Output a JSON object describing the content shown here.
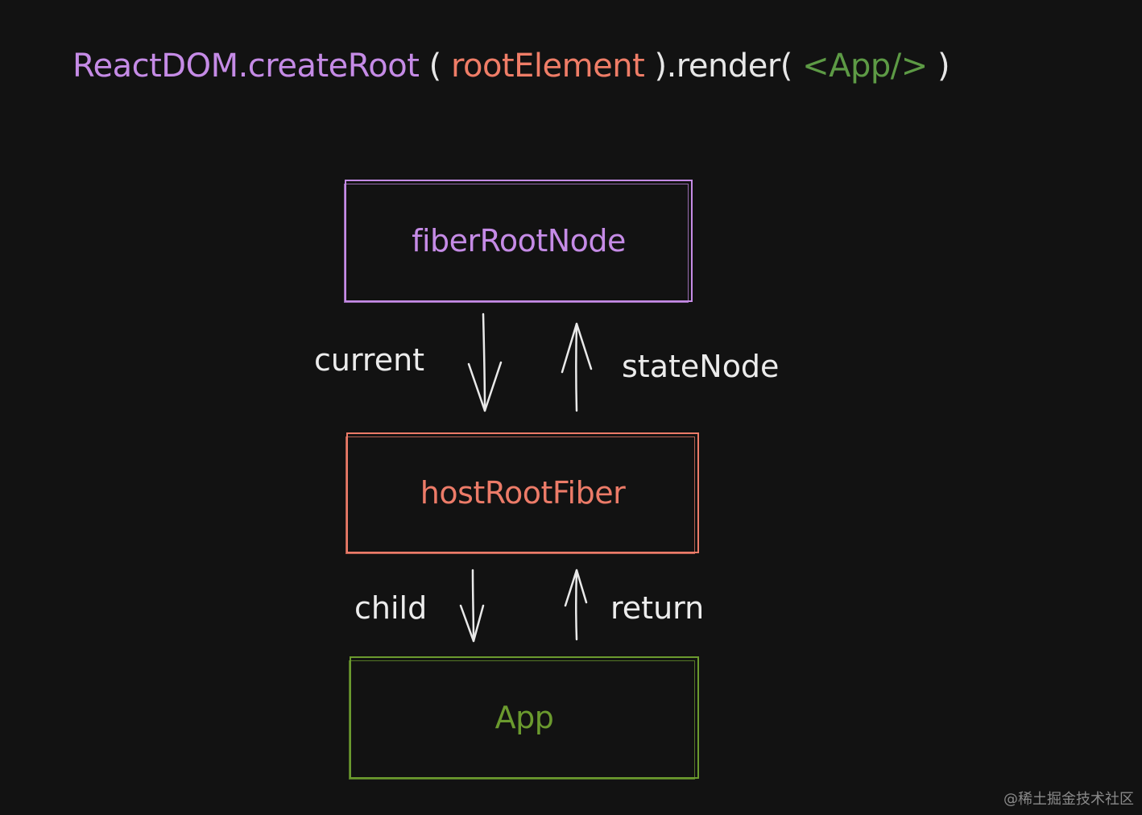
{
  "code": {
    "fn": "ReactDOM.createRoot",
    "open_paren": " ( ",
    "arg": "rootElement",
    "close_render": " ).render( ",
    "jsx": "<App/>",
    "close_paren": " )"
  },
  "nodes": {
    "fiber_root": "fiberRootNode",
    "host_root": "hostRootFiber",
    "app": "App"
  },
  "edges": {
    "current": "current",
    "state_node": "stateNode",
    "child": "child",
    "return": "return"
  },
  "watermark": "@稀土掘金技术社区",
  "colors": {
    "background": "#121212",
    "fiber_root": "#c58be6",
    "host_root": "#ec7b68",
    "app": "#6b9a2e",
    "arrows": "#e9e9e9",
    "edge_labels": "#ececec"
  }
}
